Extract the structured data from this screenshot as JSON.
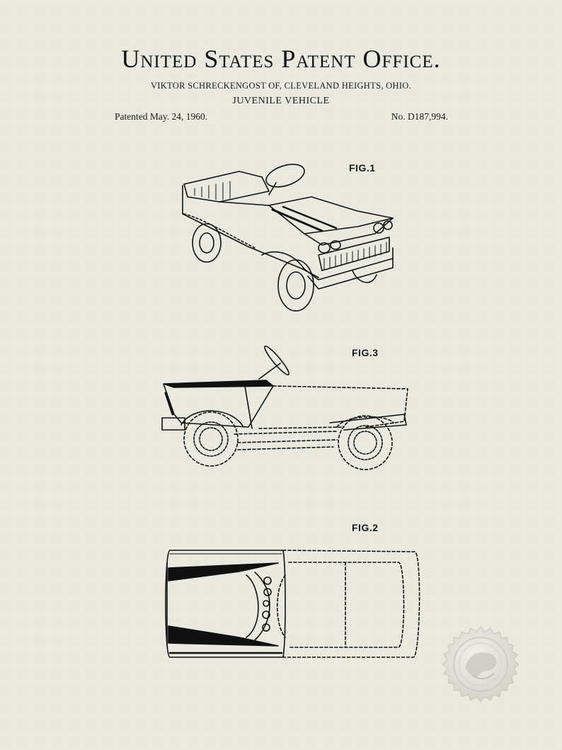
{
  "header": {
    "office_title": "United States Patent Office.",
    "inventor_line": "VIKTOR SCHRECKENGOST OF, CLEVELAND HEIGHTS, OHIO.",
    "invention_title": "JUVENILE VEHICLE",
    "patented_date": "Patented May. 24, 1960.",
    "patent_number": "No. D187,994."
  },
  "figures": [
    {
      "label": "FIG.1",
      "view": "perspective"
    },
    {
      "label": "FIG.3",
      "view": "side"
    },
    {
      "label": "FIG.2",
      "view": "top"
    }
  ],
  "colors": {
    "paper": "#ecebe1",
    "ink": "#111111",
    "seal": "#d9d8d0"
  },
  "icons": {
    "seal": "embossed-eagle-seal-icon"
  }
}
